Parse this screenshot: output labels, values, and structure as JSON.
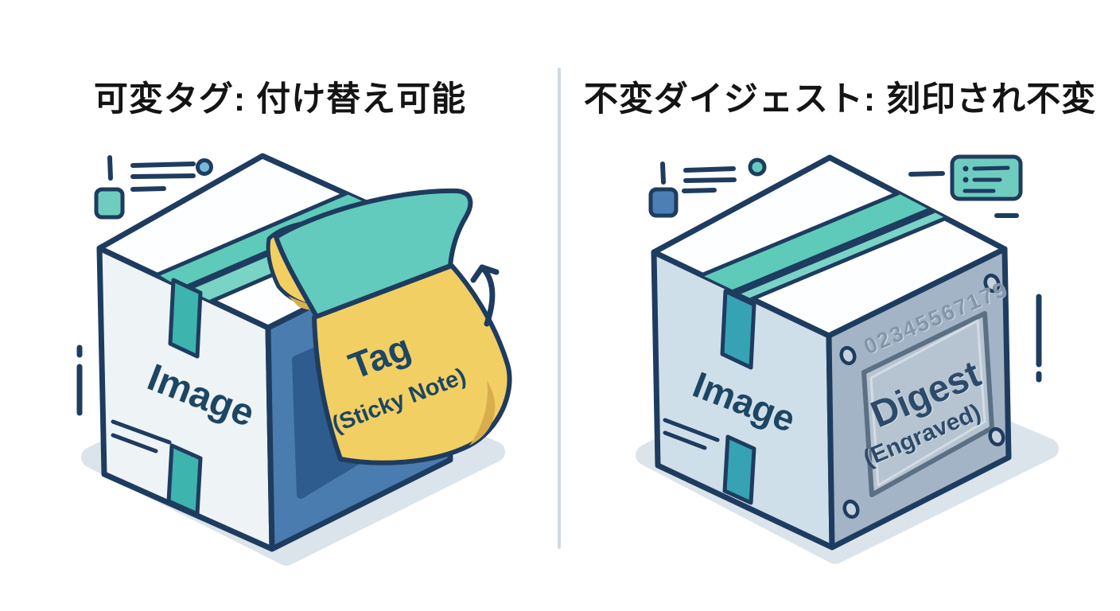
{
  "titles": {
    "left": "可変タグ: 付け替え可能",
    "right": "不変ダイジェスト: 刻印され不変"
  },
  "left_panel": {
    "box_label": "Image",
    "note_line1": "Tag",
    "note_line2": "(Sticky Note)",
    "concept": "mutable tag as removable sticky note"
  },
  "right_panel": {
    "box_label": "Image",
    "digest_number": "02345567179",
    "plate_line1": "Digest",
    "plate_line2": "(Engraved)",
    "concept": "immutable digest engraved on metal plate"
  },
  "icons": {
    "left_decorations": [
      "tick-icon",
      "teal-square-icon",
      "speed-lines-icon",
      "blue-dot-icon",
      "dash-dot-icon",
      "curved-arrow-icon"
    ],
    "right_decorations": [
      "tick-icon",
      "blue-square-icon",
      "speed-lines-icon",
      "teal-dot-icon",
      "list-card-icon",
      "dash-icon",
      "dash-dot-icon"
    ]
  },
  "colors": {
    "outline_navy": "#1e3c5f",
    "text_navy": "#1d4663",
    "teal_tape": "#5ecab9",
    "teal_tape_light": "#79d4c6",
    "teal_tab_left": "#3db4ae",
    "teal_tab_right": "#35a3b4",
    "note_yellow": "#f2cf63",
    "note_shade": "#d8ae4c",
    "left_box_front": "#eef3f6",
    "left_box_side": "#4a7cb0",
    "left_box_inset": "#2e5c8e",
    "right_box_front": "#cfdfea",
    "right_box_side": "#a3b4c6",
    "plate_fill": "#b6c4d1",
    "digits_fill": "#8296aa",
    "shadow": "#dbe4ea",
    "divider": "#cfd9e0",
    "title_text": "#141414"
  }
}
